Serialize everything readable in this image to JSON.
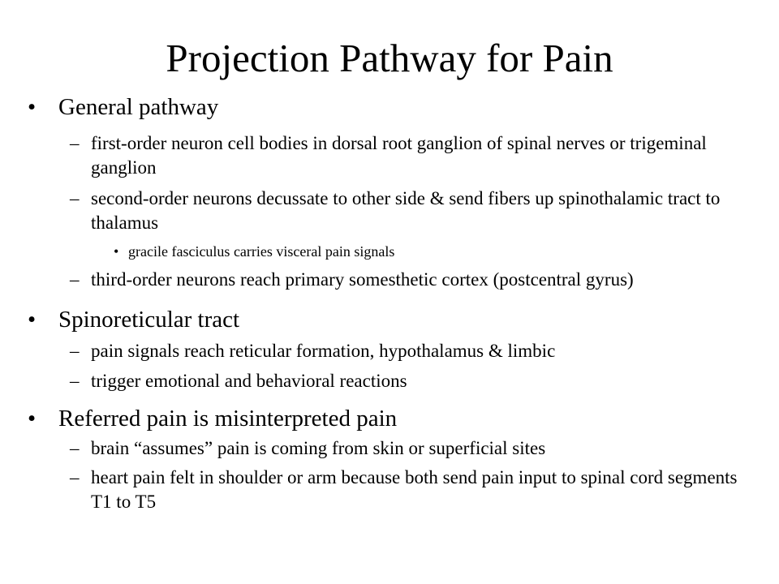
{
  "slide": {
    "title": "Projection Pathway for Pain",
    "bullets": [
      {
        "text": "General pathway",
        "subs": [
          "first-order neuron cell bodies in dorsal root ganglion of spinal nerves or trigeminal ganglion",
          "second-order neurons decussate to other side & send fibers up spinothalamic tract to thalamus",
          "third-order neurons reach primary somesthetic cortex (postcentral gyrus)"
        ],
        "tertiary": "gracile fasciculus carries visceral pain signals"
      },
      {
        "text": "Spinoreticular tract",
        "subs": [
          "pain signals reach reticular formation, hypothalamus & limbic",
          "trigger emotional and behavioral reactions"
        ]
      },
      {
        "text": "Referred pain is misinterpreted pain",
        "subs": [
          "brain “assumes” pain is coming from skin or superficial sites",
          "heart pain felt in shoulder or arm because both send pain input to spinal cord segments T1 to T5"
        ]
      }
    ],
    "markers": {
      "bullet": "•",
      "dash": "–",
      "dot": "•"
    }
  }
}
